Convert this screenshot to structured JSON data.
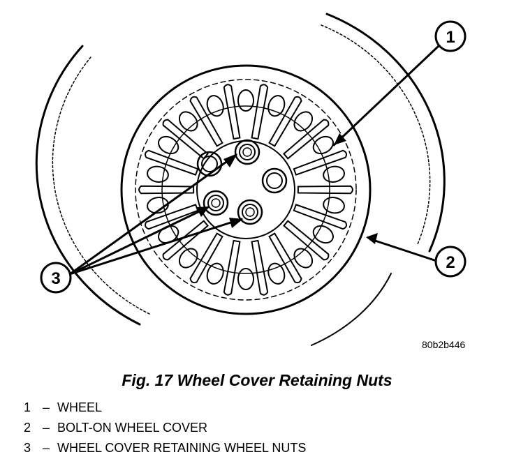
{
  "figure": {
    "code": "80b2b446",
    "caption": "Fig. 17 Wheel Cover Retaining Nuts",
    "callouts": [
      {
        "number": "1",
        "label": "WHEEL"
      },
      {
        "number": "2",
        "label": "BOLT-ON WHEEL COVER"
      },
      {
        "number": "3",
        "label": "WHEEL COVER RETAINING WHEEL NUTS"
      }
    ],
    "separator": "–"
  },
  "colors": {
    "line": "#000000",
    "background": "#ffffff"
  },
  "icons": [
    "wheel-illustration"
  ]
}
